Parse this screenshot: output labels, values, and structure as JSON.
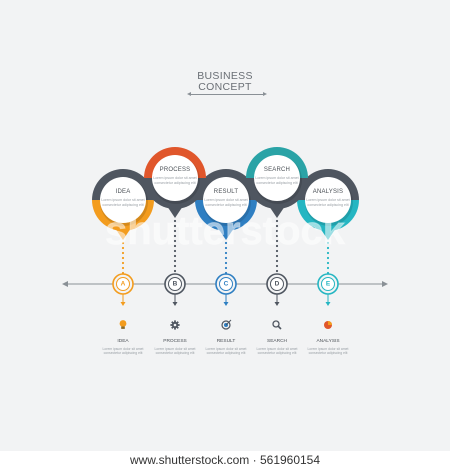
{
  "header": {
    "line1": "BUSINESS",
    "line2": "CONCEPT"
  },
  "colors": {
    "orange": "#f39c1e",
    "red": "#e0562b",
    "blue": "#2f7fc2",
    "teal": "#2aa3a6",
    "cyan": "#25b6c2",
    "dark": "#4f5660",
    "line": "#8a9096",
    "background": "#f2f3f4"
  },
  "steps": [
    {
      "title": "IDEA",
      "text": "Lorem ipsum dolor sit amet consectetur adipiscing elit",
      "letter": "A",
      "icon": "lightbulb-icon",
      "bottom_label": "IDEA",
      "bottom_text": "Lorem ipsum dolor sit amet consectetur adipiscing elit"
    },
    {
      "title": "PROCESS",
      "text": "Lorem ipsum dolor sit amet consectetur adipiscing elit",
      "letter": "B",
      "icon": "gear-icon",
      "bottom_label": "PROCESS",
      "bottom_text": "Lorem ipsum dolor sit amet consectetur adipiscing elit"
    },
    {
      "title": "RESULT",
      "text": "Lorem ipsum dolor sit amet consectetur adipiscing elit",
      "letter": "C",
      "icon": "target-icon",
      "bottom_label": "RESULT",
      "bottom_text": "Lorem ipsum dolor sit amet consectetur adipiscing elit"
    },
    {
      "title": "SEARCH",
      "text": "Lorem ipsum dolor sit amet consectetur adipiscing elit",
      "letter": "D",
      "icon": "search-icon",
      "bottom_label": "SEARCH",
      "bottom_text": "Lorem ipsum dolor sit amet consectetur adipiscing elit"
    },
    {
      "title": "ANALYSIS",
      "text": "Lorem ipsum dolor sit amet consectetur adipiscing elit",
      "letter": "E",
      "icon": "pie-chart-icon",
      "bottom_label": "ANALYSIS",
      "bottom_text": "Lorem ipsum dolor sit amet consectetur adipiscing elit"
    }
  ],
  "watermark": "shutterstock",
  "footer": "www.shutterstock.com · 561960154"
}
